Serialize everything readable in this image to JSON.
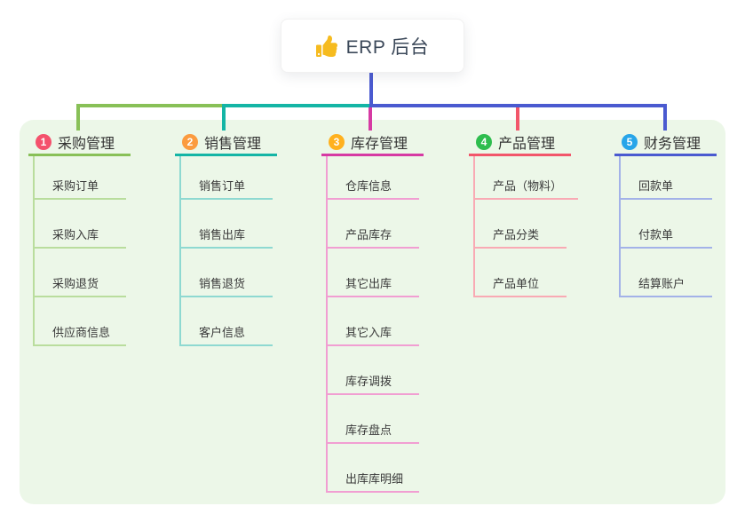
{
  "root": {
    "icon": "thumbs-up-icon",
    "title": "ERP 后台"
  },
  "branches": [
    {
      "badge": "1",
      "title": "采购管理",
      "badge_color": "#f4516c",
      "line_color": "#88c057",
      "item_line_color": "#b9dd9d",
      "items": [
        "采购订单",
        "采购入库",
        "采购退货",
        "供应商信息"
      ]
    },
    {
      "badge": "2",
      "title": "销售管理",
      "badge_color": "#fb9b3f",
      "line_color": "#14b5a5",
      "item_line_color": "#8ed9d1",
      "items": [
        "销售订单",
        "销售出库",
        "销售退货",
        "客户信息"
      ]
    },
    {
      "badge": "3",
      "title": "库存管理",
      "badge_color": "#ffb11e",
      "line_color": "#d63aa3",
      "item_line_color": "#f19ed2",
      "items": [
        "仓库信息",
        "产品库存",
        "其它出库",
        "其它入库",
        "库存调拨",
        "库存盘点",
        "出库库明细"
      ]
    },
    {
      "badge": "4",
      "title": "产品管理",
      "badge_color": "#2ebd4e",
      "line_color": "#f2566a",
      "item_line_color": "#f9aab4",
      "items": [
        "产品（物料）",
        "产品分类",
        "产品单位"
      ]
    },
    {
      "badge": "5",
      "title": "财务管理",
      "badge_color": "#27a5e9",
      "line_color": "#4a5ad0",
      "item_line_color": "#a3b2e8",
      "items": [
        "回款单",
        "付款单",
        "结算账户"
      ]
    }
  ],
  "colors": {
    "canvas_bg": "#ffffff",
    "panel_bg": "#ecf7e8",
    "trunk_blue": "#4a5ad0",
    "root_text": "#3b4859",
    "branch_text": "#333333",
    "item_text": "#3a3a3a",
    "thumb_gold": "#f6bb1f"
  }
}
